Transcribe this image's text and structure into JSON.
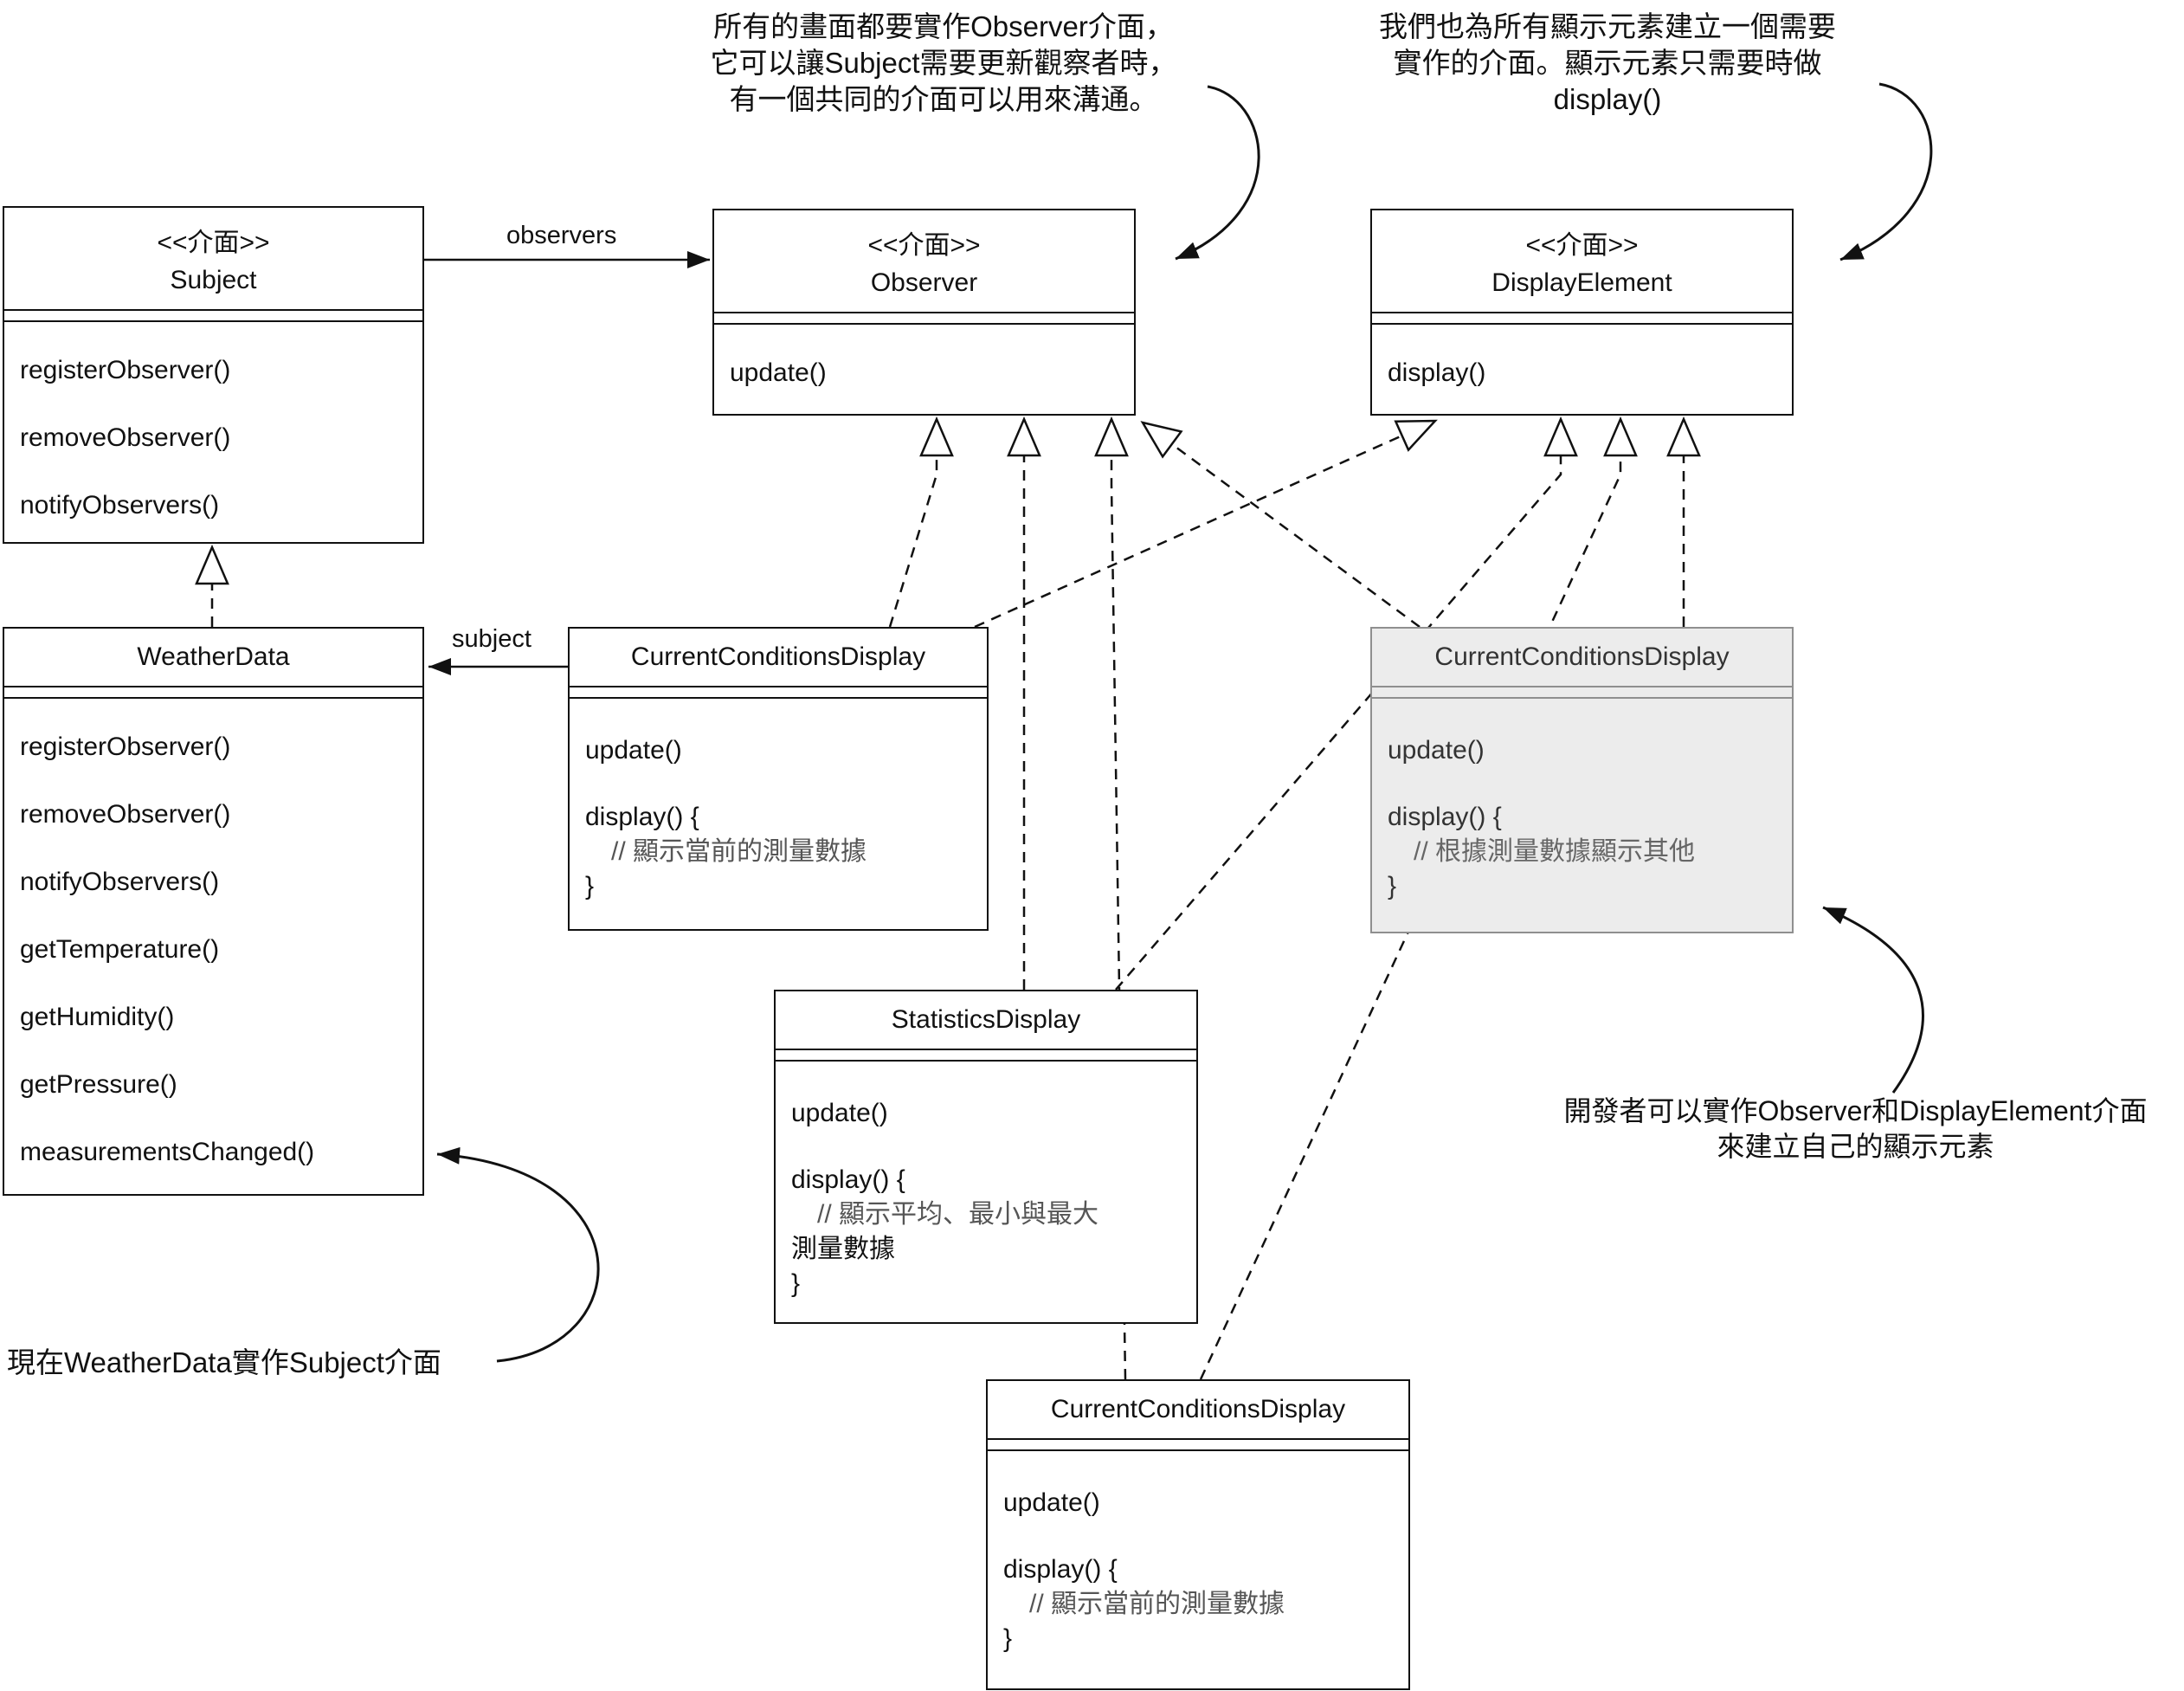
{
  "annotations": {
    "top_left": {
      "line1": "所有的畫面都要實作Observer介面，",
      "line2": "它可以讓Subject需要更新觀察者時，",
      "line3": "有一個共同的介面可以用來溝通。"
    },
    "top_right": {
      "line1": "我們也為所有顯示元素建立一個需要",
      "line2": "實作的介面。顯示元素只需要時做",
      "line3": "display()"
    },
    "bottom_left": {
      "text": "現在WeatherData實作Subject介面"
    },
    "right": {
      "line1": "開發者可以實作Observer和DisplayElement介面",
      "line2": "來建立自己的顯示元素"
    }
  },
  "edge_labels": {
    "observers": "observers",
    "subject": "subject"
  },
  "classes": {
    "subject": {
      "stereotype": "<<介面>>",
      "name": "Subject",
      "methods": [
        "registerObserver()",
        "removeObserver()",
        "notifyObservers()"
      ]
    },
    "observer": {
      "stereotype": "<<介面>>",
      "name": "Observer",
      "methods": [
        "update()"
      ]
    },
    "display_element": {
      "stereotype": "<<介面>>",
      "name": "DisplayElement",
      "methods": [
        "display()"
      ]
    },
    "weather_data": {
      "name": "WeatherData",
      "methods": [
        "registerObserver()",
        "removeObserver()",
        "notifyObservers()",
        "getTemperature()",
        "getHumidity()",
        "getPressure()",
        "measurementsChanged()"
      ]
    },
    "current_conditions_display": {
      "name": "CurrentConditionsDisplay",
      "body": [
        "update()",
        "display() {",
        "// 顯示當前的測量數據",
        "}"
      ]
    },
    "current_conditions_display_custom": {
      "name": "CurrentConditionsDisplay",
      "body": [
        "update()",
        "display() {",
        "// 根據測量數據顯示其他",
        "}"
      ]
    },
    "statistics_display": {
      "name": "StatisticsDisplay",
      "body": [
        "update()",
        "display() {",
        "// 顯示平均、最小與最大",
        "測量數據",
        "}"
      ]
    },
    "current_conditions_display_bottom": {
      "name": "CurrentConditionsDisplay",
      "body": [
        "update()",
        "display() {",
        "// 顯示當前的測量數據",
        "}"
      ]
    }
  },
  "colors": {
    "line": "#111111",
    "box_bg": "#ffffff",
    "gray_box_bg": "#ececec",
    "gray_box_border": "#8f8f8f",
    "comment_text": "#555555"
  }
}
